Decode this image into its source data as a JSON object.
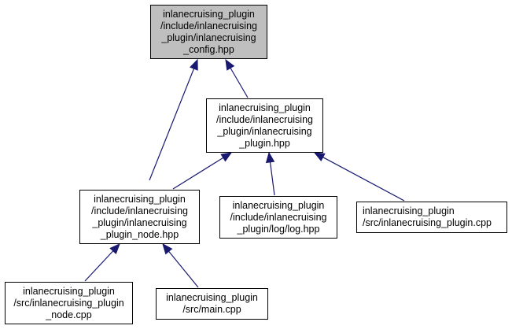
{
  "colors": {
    "edge": "#191970",
    "root_fill": "#bfbfbf",
    "node_fill": "#ffffff",
    "border": "#000000"
  },
  "nodes": {
    "config": [
      "inlanecruising_plugin",
      "/include/inlanecruising",
      "_plugin/inlanecruising",
      "_config.hpp"
    ],
    "plugin_hpp": [
      "inlanecruising_plugin",
      "/include/inlanecruising",
      "_plugin/inlanecruising",
      "_plugin.hpp"
    ],
    "node_hpp": [
      "inlanecruising_plugin",
      "/include/inlanecruising",
      "_plugin/inlanecruising",
      "_plugin_node.hpp"
    ],
    "log_hpp": [
      "inlanecruising_plugin",
      "/include/inlanecruising",
      "_plugin/log/log.hpp"
    ],
    "plugin_cpp": [
      "inlanecruising_plugin",
      "/src/inlanecruising_plugin.cpp"
    ],
    "node_cpp": [
      "inlanecruising_plugin",
      "/src/inlanecruising_plugin",
      "_node.cpp"
    ],
    "main_cpp": [
      "inlanecruising_plugin",
      "/src/main.cpp"
    ]
  }
}
